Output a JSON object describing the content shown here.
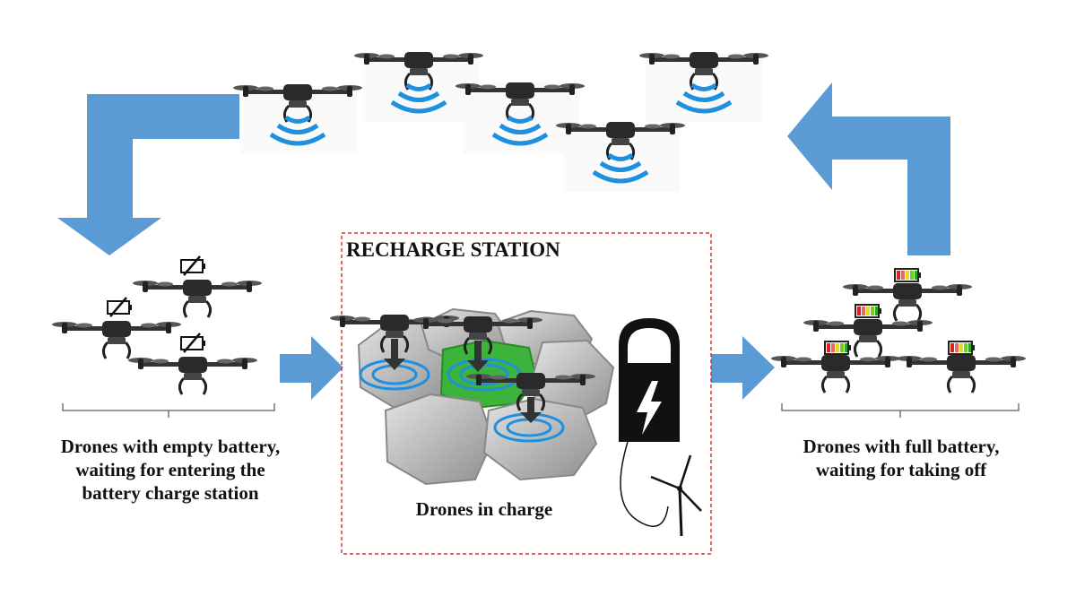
{
  "station": {
    "title": "RECHARGE STATION",
    "charging_label": "Drones in charge",
    "border_color": "#e03030",
    "hex_active_color": "#3cb43c"
  },
  "left_group": {
    "caption_lines": [
      "Drones with empty battery,",
      "waiting for entering the",
      "battery charge station"
    ],
    "battery_icon": "empty-battery-icon"
  },
  "right_group": {
    "caption_lines": [
      "Drones with full battery,",
      "waiting for taking off"
    ],
    "battery_icon": "full-battery-icon"
  },
  "colors": {
    "arrow": "#5b9bd5",
    "signal": "#1e90e0",
    "drone": "#2e2e2e"
  },
  "icons": [
    "drone-icon",
    "wireless-signal-icon",
    "charger-icon",
    "lightning-icon",
    "wind-turbine-icon",
    "down-arrow-icon"
  ]
}
